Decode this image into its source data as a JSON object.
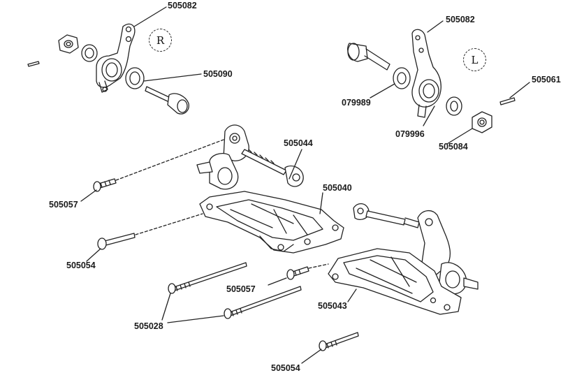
{
  "diagram": {
    "side_badges": {
      "right": "R",
      "left": "L"
    },
    "labels": {
      "upper_right_hub_carrier": "505082",
      "upper_left_hub_carrier": "505082",
      "right_axle": "505090",
      "right_bearing": "079989",
      "left_bearing": "079996",
      "left_pin": "505061",
      "left_nut": "505084",
      "turnbuckle": "505044",
      "front_screw_short": "505057",
      "front_screw_long": "505054",
      "upper_arm": "505040",
      "mid_screw_short": "505057",
      "lower_arm": "505043",
      "long_shafts": "505028",
      "bottom_screw": "505054"
    }
  }
}
